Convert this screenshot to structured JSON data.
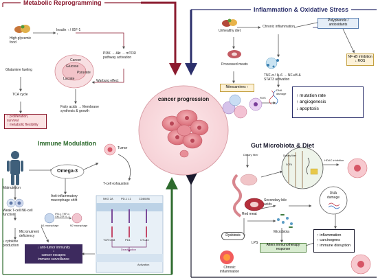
{
  "center": {
    "title": "cancer progression"
  },
  "metabolic": {
    "title": "Metabolic Reprogramming",
    "high_glycemic_food": "High glycemic food",
    "insulin": "Insulin ↑ / IGF-1 ↑",
    "pi3k": "PI3K → Akt → mTOR pathway activation",
    "glutamine": "Glutamine fueling",
    "tca": "TCA cycle",
    "outcomes": [
      "↑ proliferation,",
      "survival",
      "↑ metabolic flexibility"
    ],
    "cell_labels": [
      "Cancer",
      "Glucose",
      "Pyruvate",
      "Lactate"
    ],
    "warburg": "Warburg effect",
    "fatty_acids": "Fatty acids → Membrane synthesis & growth"
  },
  "inflammation": {
    "title": "Inflammation & Oxidative Stress",
    "unhealthy_diet": "Unhealthy diet",
    "chronic_inflammation": "Chronic inflammation",
    "polyphenols": "Polyphenols / antioxidants",
    "processed_meats": "Processed meats",
    "tnf": "TNF-α / IL-6 → NF-κB & STAT3 activation",
    "nfkb": "NF-κB inhibition ↓ ROS",
    "nitrosamines": "Nitrosamines ↑",
    "dna_damage": "DNA damage",
    "ros": "ROS",
    "outcomes": [
      "↑ mutation rate",
      "↑ angiogenesis",
      "↓ apoptosis"
    ]
  },
  "immune": {
    "title": "Immune Modulation",
    "malnutrition": "Malnutrition",
    "omega3": "Omega-3",
    "tumor": "Tumor",
    "weak_tcell": "Weak T-cell NK-cell function",
    "t_cell_exhaustion": "T-cell exhaustion",
    "macrophage_shift": "Anti-inflammatory macrophage shift",
    "micronutrient": "Micronutrient deficiency",
    "cytokine": "↓ cytokine production",
    "macro_labels": [
      "M1 macrophage",
      "IFN-γ, TNF-α, GM-CSF, IL-4",
      "M2 macrophage"
    ],
    "receptors_top": [
      "NKG 2A",
      "PD-1 L1",
      "CD80/86"
    ],
    "receptors_bottom": [
      "TCR CD8",
      "PD1",
      "CTLA4"
    ],
    "deactivation": "Deactivation",
    "activation": "Activation",
    "outcome_lines": [
      "↓ anti-tumor immunity",
      "↓",
      "cancer escapes",
      "immune surveillance"
    ]
  },
  "gut": {
    "title": "Gut Microbiota & Diet",
    "dietary_fiber": "Dietary fiber",
    "dietary_fiber_2": "Dietary fiber",
    "scfa": "SCFA",
    "hdac": "HDAC inhibition",
    "secondary_bile": "Secondary bile acids",
    "red_meat": "Red meat",
    "dna_damage": "DNA damage",
    "dysbiosis": "Dysbiosis",
    "lps": "LPS",
    "microbiota": "Microbiota",
    "chronic_inflammation": "Chronic inflammation",
    "immunotherapy": "Alters immunotherapy response",
    "outcomes": [
      "↑ inflammation",
      "↑ carcinogens",
      "↑ immune disruption"
    ]
  }
}
